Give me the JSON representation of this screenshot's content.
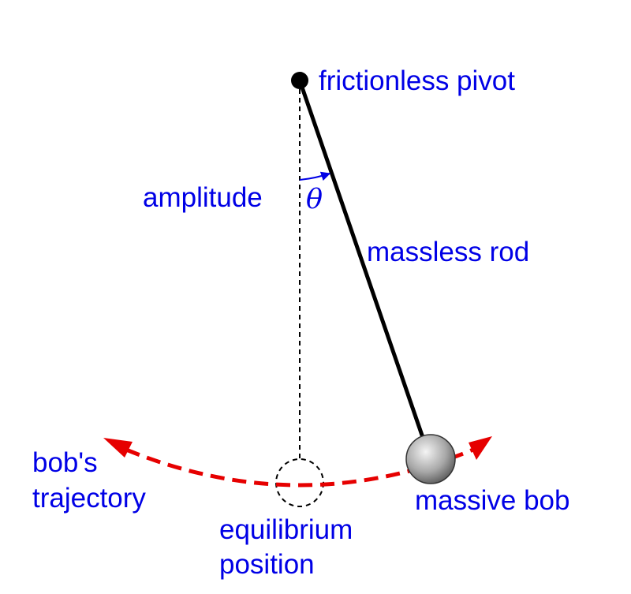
{
  "labels": {
    "pivot": "frictionless pivot",
    "amplitude": "amplitude",
    "theta": "θ",
    "rod": "massless rod",
    "trajectory_line1": "bob's",
    "trajectory_line2": "trajectory",
    "equilibrium_line1": "equilibrium",
    "equilibrium_line2": "position",
    "bob": "massive bob"
  },
  "colors": {
    "text": "#0000e6",
    "trajectory": "#e60000",
    "rod": "#000000",
    "bob_light": "#f2f2f2",
    "bob_dark": "#555555"
  }
}
